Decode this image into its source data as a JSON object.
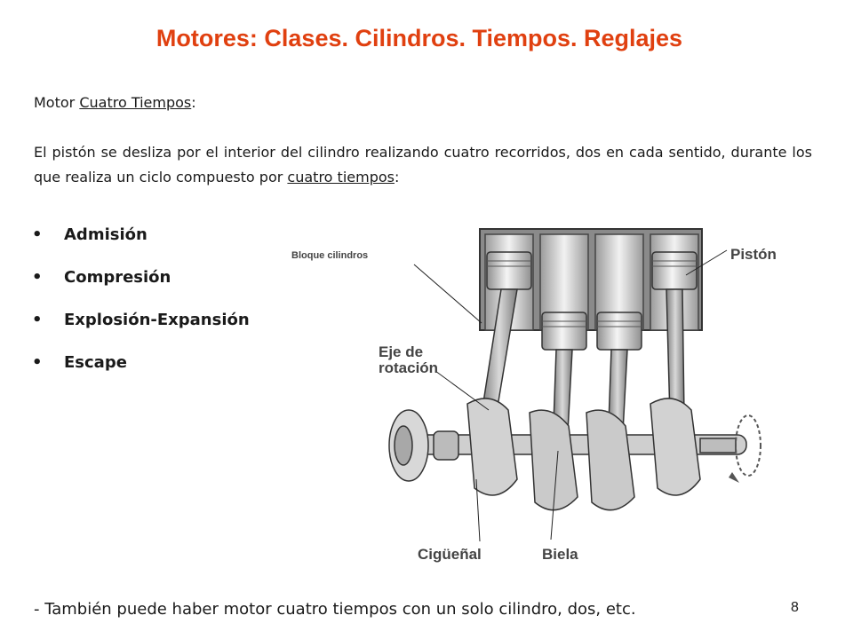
{
  "slide": {
    "title": "Motores: Clases. Cilindros. Tiempos. Reglajes",
    "subtitle_prefix": "Motor ",
    "subtitle_link": "Cuatro Tiempos",
    "subtitle_suffix": ":",
    "para_part1": "El pistón se desliza por el interior del cilindro realizando cuatro recorridos, dos en cada sentido, durante los que realiza un ciclo compuesto por ",
    "para_link": "cuatro tiempos",
    "para_part2": ":",
    "bullets": [
      "Admisión",
      "Compresión",
      "Explosión-Expansión",
      "Escape"
    ],
    "footer": "- También puede haber motor cuatro tiempos con un solo cilindro, dos, etc.",
    "page_number": "8"
  },
  "diagram": {
    "labels": {
      "bloque": "Bloque cilindros",
      "piston": "Pistón",
      "eje_line1": "Eje de",
      "eje_line2": "rotación",
      "ciguenal": "Cigüeñal",
      "biela": "Biela"
    },
    "colors": {
      "metal_light": "#e6e6e6",
      "metal_mid": "#bdbdbd",
      "metal_dark": "#7a7a7a",
      "outline": "#333333"
    }
  }
}
